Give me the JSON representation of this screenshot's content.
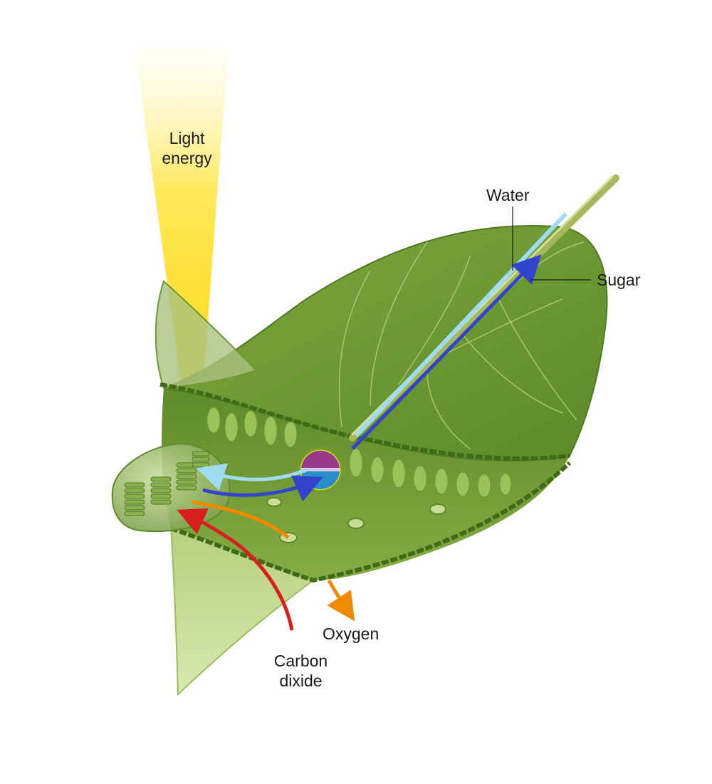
{
  "labels": {
    "light_energy": [
      "Light",
      "energy"
    ],
    "water": "Water",
    "sugar": "Sugar",
    "oxygen": "Oxygen",
    "carbon_dioxide": [
      "Carbon",
      "dixide"
    ]
  },
  "colors": {
    "leaf_dark": "#5f8a2a",
    "leaf_mid": "#7aa33a",
    "leaf_light": "#c9dd95",
    "vein": "#b8d27a",
    "light_beam": "#ffd800",
    "water_arrow": "#9fdcf2",
    "sugar_arrow": "#3344cc",
    "oxygen_arrow": "#f08a00",
    "co2_arrow": "#d81e1e",
    "phloem": "#9a3a8a",
    "xylem": "#2a8fc8"
  }
}
